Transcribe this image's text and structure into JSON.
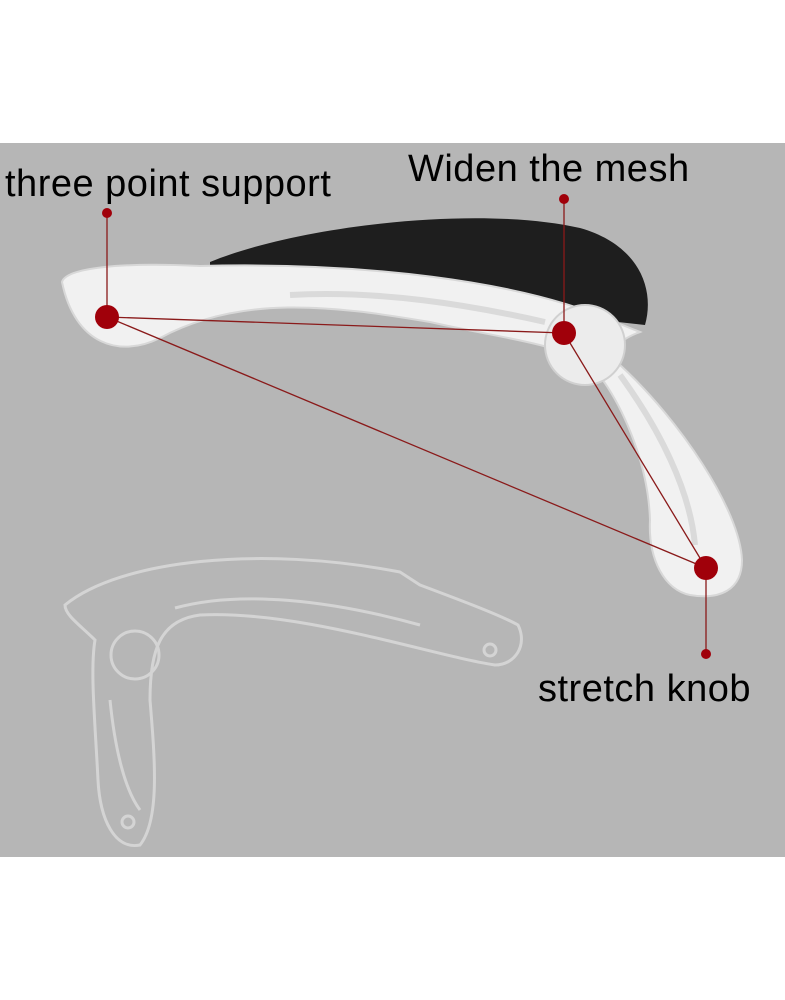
{
  "labels": {
    "three_point_support": "three point support",
    "widen_the_mesh": "Widen the mesh",
    "stretch_knob": "stretch knob"
  },
  "colors": {
    "background": "#b6b6b6",
    "marker": "#a0000a",
    "armrest": "#f2f2f2",
    "pad": "#1e1e1e"
  }
}
